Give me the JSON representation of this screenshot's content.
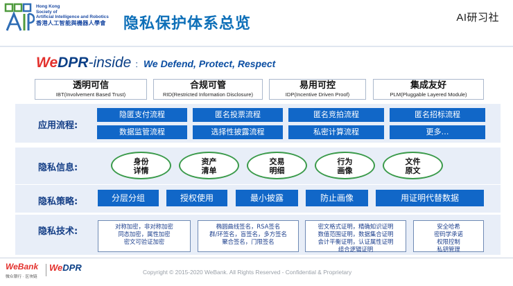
{
  "header": {
    "org_en_lines": [
      "Hong Kong",
      "Society of",
      "Artificial Intelligence and Robotics"
    ],
    "org_zh": "香港人工智能與機器人學會",
    "title": "隐私保护体系总览",
    "ai_brand": "AI研习社"
  },
  "tagline": {
    "we": "We",
    "dpr": "DPR",
    "inside": "-inside",
    "colon": ":",
    "slogan": "We Defend, Protect, Respect"
  },
  "principles": [
    {
      "title": "透明可信",
      "subtitle": "IBT(Involvement Based Trust)"
    },
    {
      "title": "合规可管",
      "subtitle": "RID(Restricted Information Disclosure)"
    },
    {
      "title": "易用可控",
      "subtitle": "IDP(Incentive Driven Proof)"
    },
    {
      "title": "集成友好",
      "subtitle": "PLM(Pluggable Layered Module)"
    }
  ],
  "app_flows": {
    "label": "应用流程:",
    "items": [
      "隐匿支付流程",
      "匿名投票流程",
      "匿名竞拍流程",
      "匿名招标流程",
      "数据监管流程",
      "选择性披露流程",
      "私密计算流程",
      "更多…"
    ]
  },
  "privacy_info": {
    "label": "隐私信息:",
    "items": [
      [
        "身份",
        "详情"
      ],
      [
        "资产",
        "清单"
      ],
      [
        "交易",
        "明细"
      ],
      [
        "行为",
        "画像"
      ],
      [
        "文件",
        "原文"
      ]
    ]
  },
  "privacy_strategy": {
    "label": "隐私策略:",
    "items": [
      "分层分组",
      "授权使用",
      "最小披露",
      "防止画像",
      "用证明代替数据"
    ]
  },
  "privacy_tech": {
    "label": "隐私技术:",
    "boxes": [
      [
        "对称加密，非对称加密",
        "同态加密，属性加密",
        "密文可验证加密"
      ],
      [
        "椭圆曲线签名，RSA签名",
        "群/环签名，盲签名，多方签名",
        "聚合签名，门限签名"
      ],
      [
        "密文格式证明，精确知识证明",
        "数值范围证明，数据集合证明",
        "会计平衡证明，认证属性证明",
        "组合逻辑证明"
      ],
      [
        "安全哈希",
        "密码学承诺",
        "权限控制",
        "私钥管理"
      ]
    ]
  },
  "footer": {
    "webank": "WeBank",
    "webank_sub": "微众银行 · 区块链",
    "wedpr_we": "We",
    "wedpr_dpr": "DPR",
    "copyright": "Copyright © 2015-2020 WeBank. All Rights Reserved - Confidential & Proprietary"
  },
  "colors": {
    "title_blue": "#0d6fb8",
    "button_blue": "#1167c8",
    "band_bg": "#e8eef8",
    "pill_green": "#3a9a4a",
    "brand_red": "#e3312d",
    "brand_navy": "#0b3f86"
  }
}
